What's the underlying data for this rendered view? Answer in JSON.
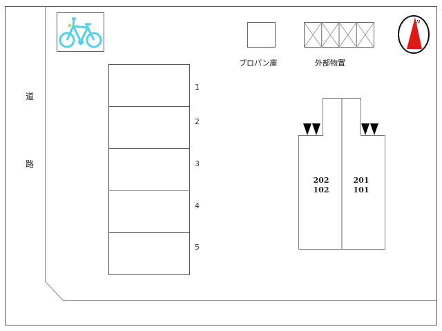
{
  "road": {
    "label_top": "道",
    "label_bottom": "路"
  },
  "legend": {
    "propane_label": "プロパン庫",
    "storage_label": "外部物置",
    "bicycle_icon": "bicycle-icon",
    "compass_icon": "north-arrow-icon",
    "compass_letter": "N"
  },
  "parking": {
    "spaces": [
      {
        "number": "1"
      },
      {
        "number": "2"
      },
      {
        "number": "3"
      },
      {
        "number": "4"
      },
      {
        "number": "5"
      }
    ]
  },
  "building": {
    "left_unit": {
      "upper": "202",
      "lower": "102"
    },
    "right_unit": {
      "upper": "201",
      "lower": "101"
    }
  },
  "colors": {
    "line": "#444444",
    "light_line": "#9a9a9a",
    "bicycle": "#4fd0ef",
    "compass_red": "#e01818"
  }
}
